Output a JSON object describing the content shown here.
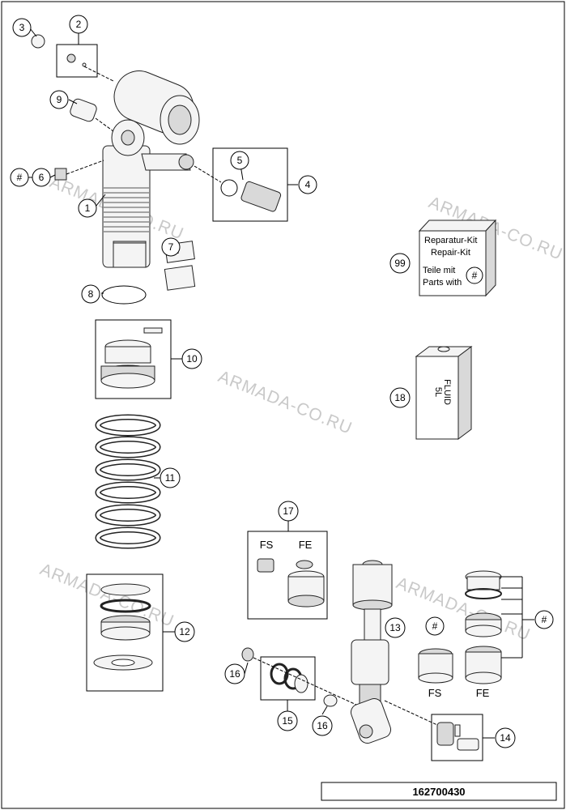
{
  "diagram": {
    "code": "162700430",
    "watermarks": [
      "ARMADA-CO.RU",
      "ARMADA-CO.RU",
      "ARMADA-CO.RU",
      "ARMADA-CO.RU",
      "ARMADA-CO.RU"
    ],
    "callouts": {
      "c1": "1",
      "c2": "2",
      "c3": "3",
      "c4": "4",
      "c5": "5",
      "c6": "6",
      "c7": "7",
      "c8": "8",
      "c9": "9",
      "c10": "10",
      "c11": "11",
      "c12": "12",
      "c13": "13",
      "c14": "14",
      "c15": "15",
      "c16a": "16",
      "c16b": "16",
      "c17": "17",
      "c18": "18",
      "c99": "99",
      "hash1": "#",
      "hash2": "#",
      "hash3": "#"
    },
    "repair_kit": {
      "line1": "Reparatur-Kit",
      "line2": "Repair-Kit",
      "line3": "Teile mit",
      "line4": "Parts with",
      "hash": "#"
    },
    "fluid_can": {
      "line1": "FLUID",
      "line2": "5L"
    },
    "labels": {
      "fs_top": "FS",
      "fe_top": "FE",
      "fs_bottom": "FS",
      "fe_bottom": "FE"
    }
  }
}
